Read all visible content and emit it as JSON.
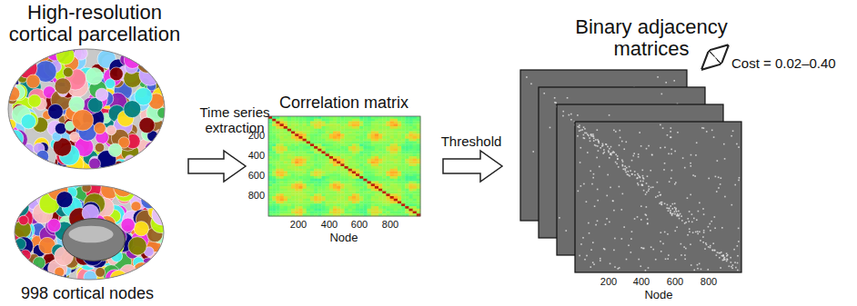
{
  "diagram": {
    "labels": [
      "High-resolution cortical parcellation",
      "998 cortical nodes",
      "Time series extraction",
      "Correlation matrix",
      "200",
      "400",
      "600",
      "800",
      "200",
      "400",
      "600",
      "800",
      "Node",
      "Threshold",
      "Binary adjacency matrices",
      "Cost = 0.02–0.40",
      "200",
      "400",
      "600",
      "800",
      "Node"
    ]
  }
}
